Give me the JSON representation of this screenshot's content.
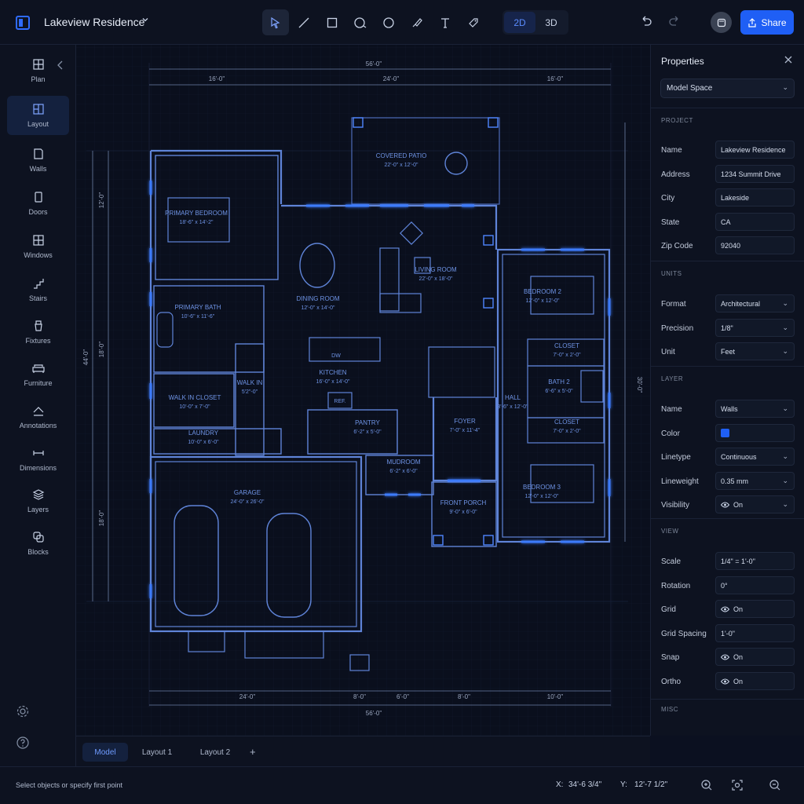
{
  "header": {
    "project_title": "Lakeview Residence",
    "tools": [
      "select-tool",
      "line-tool",
      "rectangle-tool",
      "circle-tool",
      "ellipse-tool",
      "brush-tool",
      "text-tool",
      "tag-tool"
    ],
    "view_2d": "2D",
    "view_3d": "3D",
    "share_label": "Share"
  },
  "sidebar": {
    "items": [
      {
        "label": "Plan",
        "icon": "plan-icon"
      },
      {
        "label": "Layout",
        "icon": "layout-icon"
      },
      {
        "label": "Walls",
        "icon": "walls-icon"
      },
      {
        "label": "Doors",
        "icon": "door-icon"
      },
      {
        "label": "Windows",
        "icon": "window-icon"
      },
      {
        "label": "Stairs",
        "icon": "stairs-icon"
      },
      {
        "label": "Fixtures",
        "icon": "fixtures-icon"
      },
      {
        "label": "Furniture",
        "icon": "sofa-icon"
      },
      {
        "label": "Annotations",
        "icon": "annotations-icon"
      },
      {
        "label": "Dimensions",
        "icon": "dimensions-icon"
      },
      {
        "label": "Layers",
        "icon": "layers-icon"
      },
      {
        "label": "Blocks",
        "icon": "blocks-icon"
      }
    ],
    "active": "Layout"
  },
  "plan": {
    "rooms": {
      "covered_patio": {
        "name": "COVERED PATIO",
        "size": "22'-0\" x 12'-0\""
      },
      "primary_bedroom": {
        "name": "PRIMARY BEDROOM",
        "size": "18'-6\" x 14'-2\""
      },
      "dining_room": {
        "name": "DINING ROOM",
        "size": "12'-0\" x 14'-0\""
      },
      "living_room": {
        "name": "LIVING ROOM",
        "size": "22'-0\" x 18'-0\""
      },
      "primary_bath": {
        "name": "PRIMARY BATH",
        "size": "10'-6\" x 11'-6\""
      },
      "kitchen": {
        "name": "KITCHEN",
        "size": "16'-0\" x 14'-0\""
      },
      "walk_in_closet": {
        "name": "WALK IN CLOSET",
        "size": "10'-0\" x 7'-0\""
      },
      "walk": {
        "name": "WALK IN",
        "size": "5'2\"-0\""
      },
      "laundry": {
        "name": "LAUNDRY",
        "size": "10'-0\" x 6'-0\""
      },
      "pantry": {
        "name": "PANTRY",
        "size": "6'-2\" x 5'-0\""
      },
      "mudroom": {
        "name": "MUDROOM",
        "size": "6'-2\" x 6'-0\""
      },
      "foyer": {
        "name": "FOYER",
        "size": "7'-0\" x 11'-4\""
      },
      "hall": {
        "name": "HALL",
        "size": "3'-6\" x 12'-0\""
      },
      "bedroom2": {
        "name": "BEDROOM 2",
        "size": "12'-0\" x 12'-0\""
      },
      "closet1": {
        "name": "CLOSET",
        "size": "7'-0\" x 2'-0\""
      },
      "bath2": {
        "name": "BATH 2",
        "size": "6'-6\" x 5'-0\""
      },
      "closet2": {
        "name": "CLOSET",
        "size": "7'-0\" x 2'-0\""
      },
      "bedroom3": {
        "name": "BEDROOM 3",
        "size": "12'-0\" x 12'-0\""
      },
      "garage": {
        "name": "GARAGE",
        "size": "24'-0\" x 26'-0\""
      },
      "front_porch": {
        "name": "FRONT PORCH",
        "size": "9'-0\" x 6'-0\""
      }
    },
    "appliances": {
      "dishwasher": "DW",
      "refrigerator": "REF."
    },
    "dimensions": {
      "top_total": "56'-0\"",
      "top_segments": [
        "16'-0\"",
        "24'-0\"",
        "16'-0\""
      ],
      "bottom_total": "56'-0\"",
      "bottom_segments": [
        "24'-0\"",
        "8'-0\"",
        "6'-0\"",
        "8'-0\"",
        "10'-0\""
      ],
      "left_total": "44'-0\"",
      "left_segments": [
        "12'-0\"",
        "18'-0\"",
        "18'-0\""
      ],
      "right_total": "30'-0\""
    }
  },
  "properties": {
    "title": "Properties",
    "space": "Model Space",
    "project": {
      "section": "PROJECT",
      "fields": [
        {
          "label": "Name",
          "value": "Lakeview Residence"
        },
        {
          "label": "Address",
          "value": "1234 Summit Drive"
        },
        {
          "label": "City",
          "value": "Lakeside"
        },
        {
          "label": "State",
          "value": "CA"
        },
        {
          "label": "Zip Code",
          "value": "92040"
        }
      ]
    },
    "units": {
      "section": "UNITS",
      "fields": [
        {
          "label": "Format",
          "value": "Architectural"
        },
        {
          "label": "Precision",
          "value": "1/8\""
        },
        {
          "label": "Unit",
          "value": "Feet"
        }
      ]
    },
    "layer": {
      "section": "LAYER",
      "fields": [
        {
          "label": "Name",
          "value": "Walls"
        },
        {
          "label": "Color",
          "value": "",
          "color": "#1f5ff5"
        },
        {
          "label": "Linetype",
          "value": "Continuous"
        },
        {
          "label": "Lineweight",
          "value": "0.35 mm"
        },
        {
          "label": "Visibility",
          "value": "On"
        }
      ]
    },
    "view": {
      "section": "VIEW",
      "fields": [
        {
          "label": "Scale",
          "value": "1/4\" = 1'-0\""
        },
        {
          "label": "Rotation",
          "value": "0°"
        },
        {
          "label": "Grid",
          "value": "On"
        },
        {
          "label": "Grid Spacing",
          "value": "1'-0\""
        },
        {
          "label": "Snap",
          "value": "On"
        },
        {
          "label": "Ortho",
          "value": "On"
        }
      ]
    },
    "misc": {
      "section": "MISC"
    }
  },
  "tabs": {
    "items": [
      "Model",
      "Layout 1",
      "Layout 2"
    ],
    "active": "Model"
  },
  "status": {
    "message": "Select objects or specify first point",
    "x_label": "X:",
    "x_value": "34'-6 3/4\"",
    "y_label": "Y:",
    "y_value": "12'-7 1/2\""
  },
  "colors": {
    "accent": "#1f5ff5",
    "wall": "#5b7fd1",
    "glow": "#3d7bff"
  }
}
